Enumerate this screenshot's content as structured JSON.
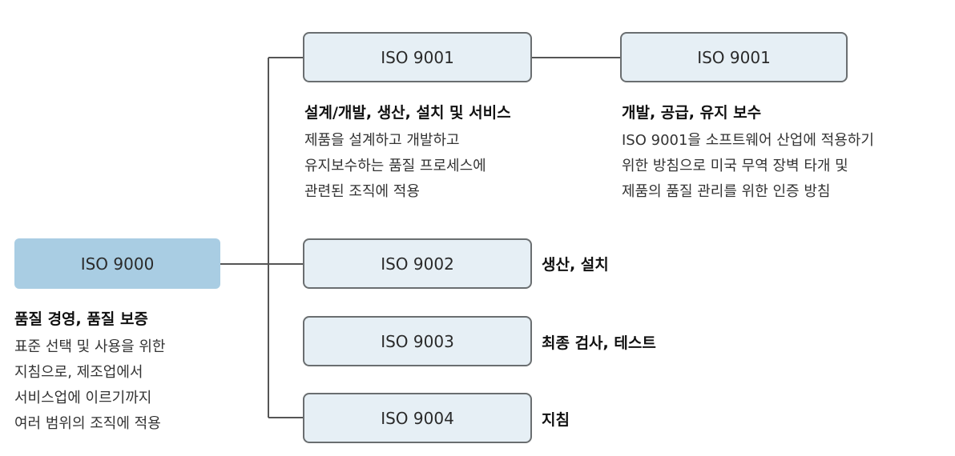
{
  "colors": {
    "root_fill": "#a9cde3",
    "node_fill": "#e6eff5",
    "node_border": "#6a6e70",
    "connector": "#555555"
  },
  "root": {
    "label": "ISO 9000",
    "heading": "품질 경영, 품질 보증",
    "desc_lines": [
      "표준 선택 및 사용을 위한",
      "지침으로, 제조업에서",
      "서비스업에 이르기까지",
      "여러 범위의 조직에 적용"
    ]
  },
  "iso9001": {
    "label": "ISO 9001",
    "heading": "설계/개발, 생산, 설치 및 서비스",
    "desc_lines": [
      "제품을 설계하고 개발하고",
      "유지보수하는 품질 프로세스에",
      "관련된 조직에 적용"
    ]
  },
  "iso9001_sw": {
    "label": "ISO 9001",
    "heading": "개발, 공급, 유지 보수",
    "desc_lines": [
      "ISO 9001을 소프트웨어 산업에 적용하기",
      "위한 방침으로 미국 무역 장벽 타개 및",
      "제품의 품질 관리를 위한 인증 방침"
    ]
  },
  "iso9002": {
    "label": "ISO 9002",
    "caption": "생산, 설치"
  },
  "iso9003": {
    "label": "ISO 9003",
    "caption": "최종 검사, 테스트"
  },
  "iso9004": {
    "label": "ISO 9004",
    "caption": "지침"
  }
}
